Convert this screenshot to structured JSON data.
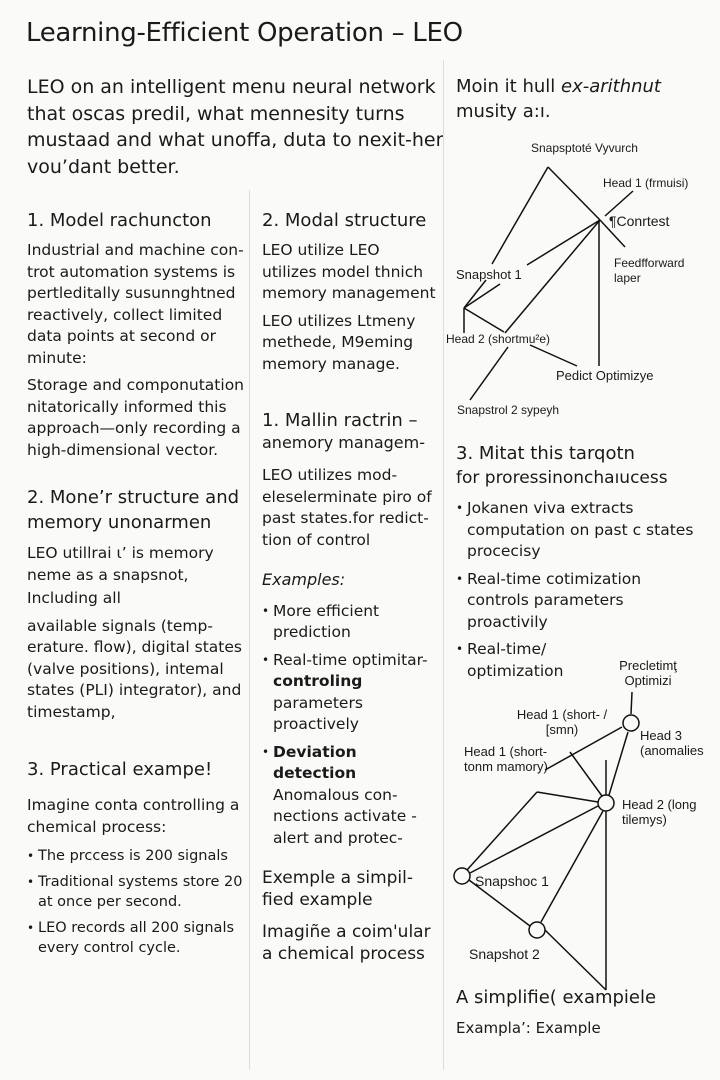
{
  "title": "Learning-Efficient Operation – LEO",
  "intro": "LEO on an intelligent menu neural network that oscas predil, what mennesity turns mustaad and what unoffa, duta to nexit-her vou’dant better.",
  "col1": {
    "s1_heading": "1. Model rachuncton",
    "s1_p1": "Industrial and machine con­trot automation systems is pertleditally susunn­ghtned reactively, collect limited data points at second or minute:",
    "s1_p2": "Storage and componutation nitatorically informed this approach—only recording a high-dimensional vector.",
    "s2_heading": "2. Mone’r structure and memory unonar­men",
    "s2_p1": "LEO utillrai ι’ is memory neme as a snapsnot,",
    "s2_p2": "Including all",
    "s2_p3": "available signals (temp­erature. flow), digital sta­tes (valve positions), inte­mal states (PLI) integrator), and time­stamp,",
    "s3_heading": "3. Practical exampe!",
    "s3_p1": "Imagine conta controlling a chemical process:",
    "s3_bullets": [
      "The prccess is 200 signals",
      "Traditional systems store 20 at once per second.",
      "LEO records all 200 signals every control cycle."
    ]
  },
  "col2": {
    "s1_heading": "2. Modal structure",
    "s1_p1": "LEO utilize LEO utilizes model thnich memory management",
    "s1_p2": "LEO utilizes Ltmeny methede, M9eming memory manage.",
    "s2_heading": "1. Mallin ractrin –",
    "s2_subheading": "anemory managem-",
    "s2_p1": "LEO utilizes mod­eleselerminate piro of past states.for redict­tion of control",
    "examples_label": "Examples:",
    "bullets": [
      {
        "bold": "",
        "text": "More efficient prediction"
      },
      {
        "bold": "controling",
        "text": "Real-time optimitar-",
        "rest": "parameters proactively"
      },
      {
        "bold": "Deviation detection",
        "text": "Anomalous con­nections activate - alert and protec-"
      }
    ],
    "s3_heading": "Exemple a simpil­fied example",
    "s3_p1": "Imagiñe a coim'ular a chemical process"
  },
  "col3": {
    "intro_plain": "Moin it hull ",
    "intro_italic": "ex-arithnut",
    "intro_rest": "musity a:ı.",
    "diagram1": {
      "labels": [
        "Snapsptoté Vyvurch",
        "Head 1 (frmuisi)",
        "¶Conrtest",
        "Feedfforward laper",
        "Snapshot 1",
        "Head 2 (shortmu²e)",
        "Pedict Optimizye",
        "Snapstrol 2 sypeyh"
      ]
    },
    "s3_heading": "3. Mitat this tarqotn",
    "s3_subheading": "for proressinonchaıucess",
    "bullets": [
      "Jokanen viva extracts computation on past c states procecisy",
      "Real-time cotimization controls parameters proactivily",
      "Real-time/ optimization"
    ],
    "diagram2": {
      "labels": [
        "Precletimţ Optimizi",
        "Head 1 (short- / [smn)",
        "Head 3 (anomalies",
        "Head 1 (short-tonm mamory)",
        "Head 2 (long tilemys)",
        "Snapshoc 1",
        "Snapshot 2"
      ]
    },
    "s4_heading": "A simplifie( exampiele",
    "s4_p1": "Exampla’: Example"
  }
}
